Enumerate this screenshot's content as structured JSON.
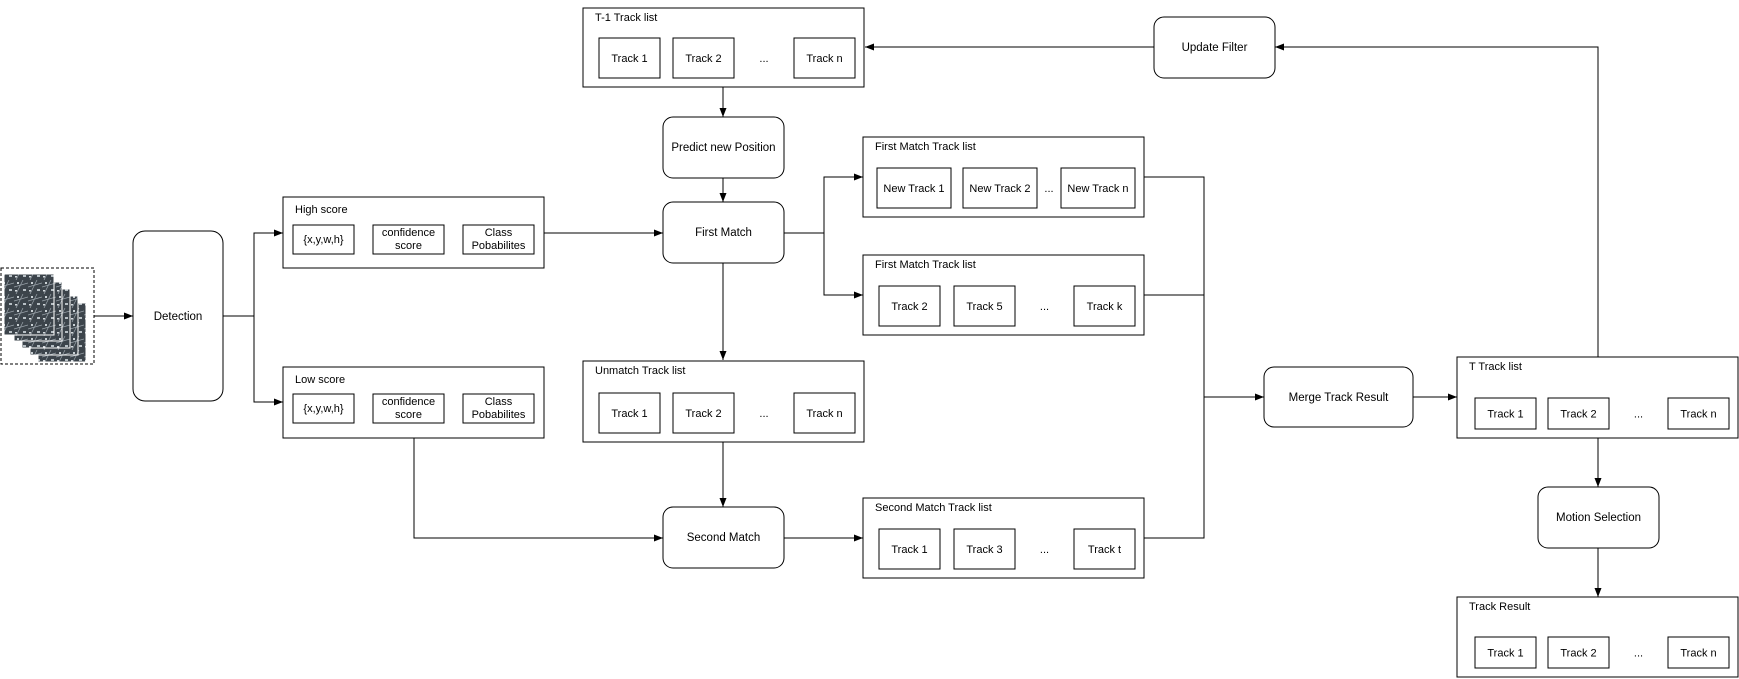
{
  "nodes": {
    "detection": "Detection",
    "predict": "Predict new Position",
    "first_match": "First Match",
    "second_match": "Second Match",
    "merge": "Merge Track Result",
    "update_filter": "Update Filter",
    "motion_selection": "Motion Selection"
  },
  "high_score": {
    "title": "High score",
    "items": [
      "{x,y,w,h}",
      "confidence\nscore",
      "Class\nPobabilites"
    ]
  },
  "low_score": {
    "title": "Low score",
    "items": [
      "{x,y,w,h}",
      "confidence\nscore",
      "Class\nPobabilites"
    ]
  },
  "t1_list": {
    "title": "T-1 Track list",
    "items": [
      "Track 1",
      "Track 2",
      "...",
      "Track n"
    ]
  },
  "unmatch_list": {
    "title": "Unmatch Track list",
    "items": [
      "Track 1",
      "Track 2",
      "...",
      "Track n"
    ]
  },
  "first_new_list": {
    "title": "First Match Track list",
    "items": [
      "New Track 1",
      "New Track 2",
      "...",
      "New Track n"
    ]
  },
  "first_list": {
    "title": "First Match Track list",
    "items": [
      "Track 2",
      "Track 5",
      "...",
      "Track k"
    ]
  },
  "second_list": {
    "title": "Second Match Track list",
    "items": [
      "Track 1",
      "Track 3",
      "...",
      "Track t"
    ]
  },
  "t_list": {
    "title": "T Track list",
    "items": [
      "Track 1",
      "Track 2",
      "...",
      "Track n"
    ]
  },
  "result_list": {
    "title": "Track Result",
    "items": [
      "Track 1",
      "Track 2",
      "...",
      "Track n"
    ]
  }
}
